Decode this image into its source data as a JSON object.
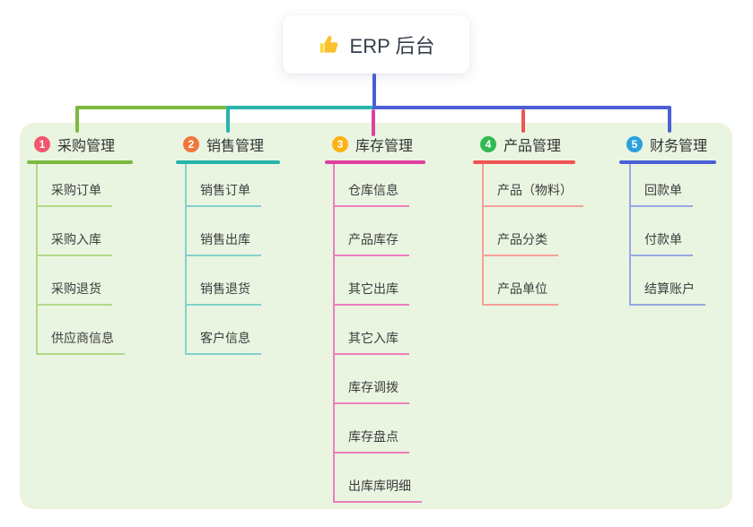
{
  "root": {
    "label": "ERP 后台",
    "icon": "thumbs-up",
    "line_color": "#4c5fd7"
  },
  "branches": [
    {
      "number": "1",
      "label": "采购管理",
      "line_color": "#7cb93f",
      "badge_color": "#f3566f",
      "item_line_color": "#b3d988",
      "items": [
        "采购订单",
        "采购入库",
        "采购退货",
        "供应商信息"
      ]
    },
    {
      "number": "2",
      "label": "销售管理",
      "line_color": "#28b4ab",
      "badge_color": "#f0773b",
      "item_line_color": "#82d2ca",
      "items": [
        "销售订单",
        "销售出库",
        "销售退货",
        "客户信息"
      ]
    },
    {
      "number": "3",
      "label": "库存管理",
      "line_color": "#e03f9f",
      "badge_color": "#fcb215",
      "item_line_color": "#ee7dc0",
      "items": [
        "仓库信息",
        "产品库存",
        "其它出库",
        "其它入库",
        "库存调拨",
        "库存盘点",
        "出库库明细"
      ]
    },
    {
      "number": "4",
      "label": "产品管理",
      "line_color": "#f25353",
      "badge_color": "#30ba52",
      "item_line_color": "#f79f98",
      "items": [
        "产品（物料）",
        "产品分类",
        "产品单位"
      ]
    },
    {
      "number": "5",
      "label": "财务管理",
      "line_color": "#4c5fd7",
      "badge_color": "#2ba0dc",
      "item_line_color": "#95a9e2",
      "items": [
        "回款单",
        "付款单",
        "结算账户"
      ]
    }
  ],
  "canvas": {
    "panel_color": "#e9f5e1",
    "background_color": "#ffffff",
    "text_color": "#333333"
  }
}
